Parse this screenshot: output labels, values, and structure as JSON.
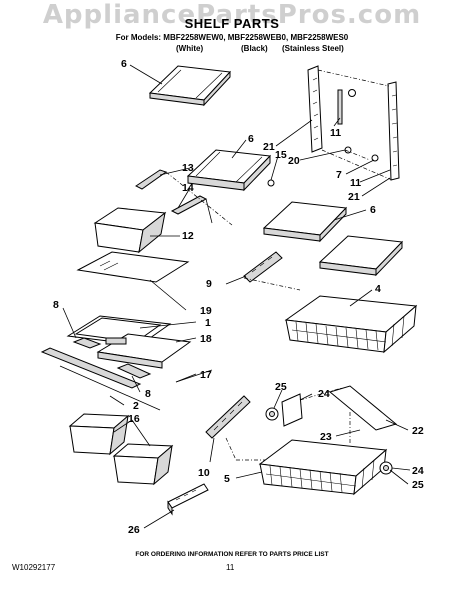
{
  "watermark": "AppliancePartsPros.com",
  "title": "SHELF PARTS",
  "models_line": "For Models: MBF2258WEW0, MBF2258WEB0, MBF2258WES0",
  "colors": [
    "(White)",
    "(Black)",
    "(Stainless Steel)"
  ],
  "callouts": [
    "6",
    "6",
    "6",
    "13",
    "14",
    "12",
    "15",
    "21",
    "11",
    "20",
    "7",
    "11",
    "21",
    "9",
    "4",
    "19",
    "1",
    "18",
    "8",
    "8",
    "17",
    "2",
    "16",
    "25",
    "24",
    "22",
    "23",
    "10",
    "5",
    "24",
    "25",
    "26"
  ],
  "footer": "FOR ORDERING INFORMATION REFER TO PARTS PRICE LIST",
  "doc_number": "W10292177",
  "page_number": "11"
}
